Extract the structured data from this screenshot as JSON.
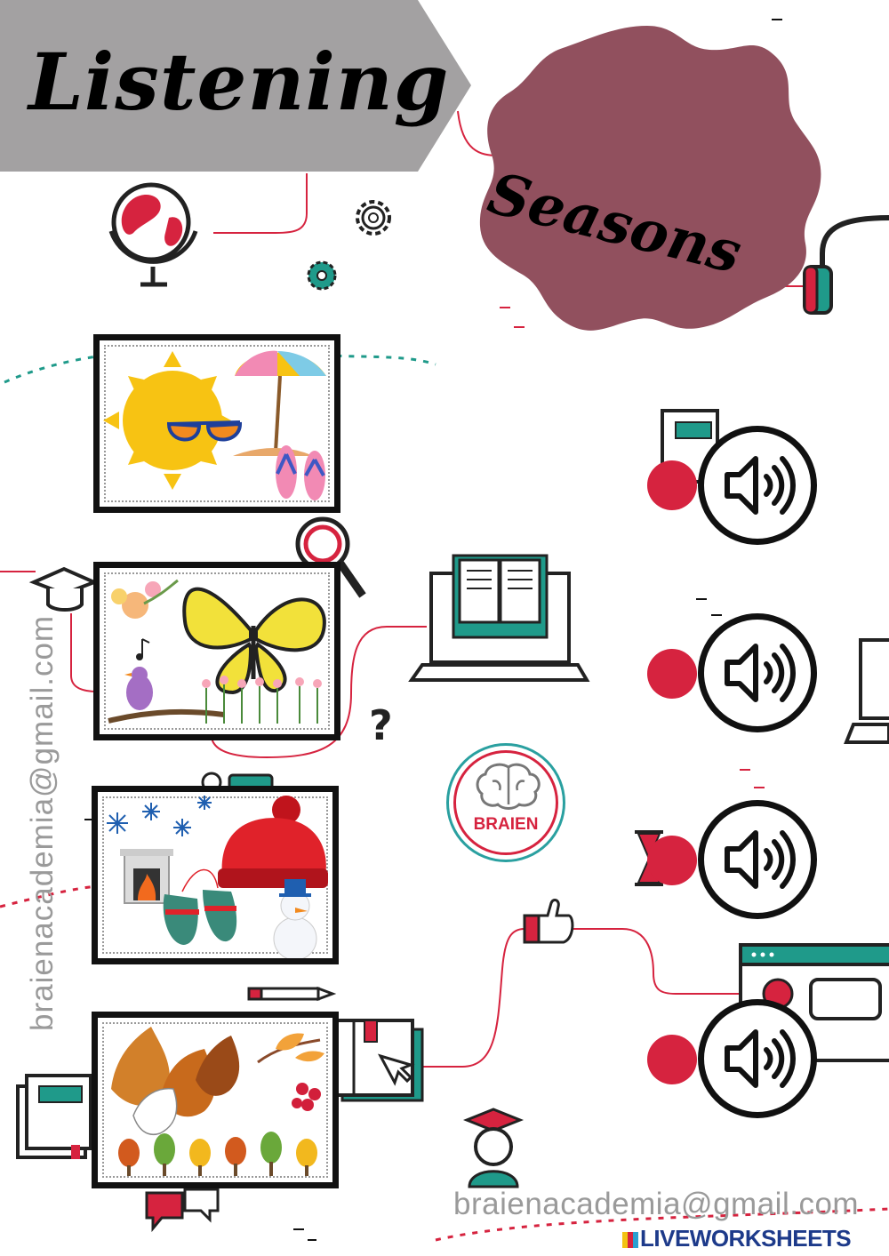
{
  "title": "Listening",
  "subtitle": "Seasons",
  "brand": {
    "badge_label": "BRAIEN",
    "watermark_email": "braienacademia@gmail.com",
    "footer_email": "braienacademia@gmail.com",
    "liveworksheets": "LIVEWORKSHEETS"
  },
  "colors": {
    "banner_gray": "#a3a1a2",
    "blob_mauve": "#91505e",
    "accent_red": "#d6233f",
    "accent_teal": "#1f9a8a"
  },
  "pictures": [
    {
      "name": "summer-picture",
      "icons": [
        "sun-icon",
        "sunglasses-icon",
        "beach-umbrella-icon",
        "flip-flops-icon"
      ]
    },
    {
      "name": "spring-picture",
      "icons": [
        "butterfly-icon",
        "flowers-icon",
        "bird-icon",
        "music-note-icon"
      ]
    },
    {
      "name": "winter-picture",
      "icons": [
        "snowflake-icon",
        "wool-hat-icon",
        "fireplace-icon",
        "mittens-icon",
        "snowman-icon"
      ]
    },
    {
      "name": "autumn-picture",
      "icons": [
        "autumn-leaves-icon",
        "trees-icon",
        "berries-icon"
      ]
    }
  ],
  "audio_buttons": [
    {
      "name": "audio-button-1",
      "icon": "speaker-icon"
    },
    {
      "name": "audio-button-2",
      "icon": "speaker-icon"
    },
    {
      "name": "audio-button-3",
      "icon": "speaker-icon"
    },
    {
      "name": "audio-button-4",
      "icon": "speaker-icon"
    }
  ]
}
